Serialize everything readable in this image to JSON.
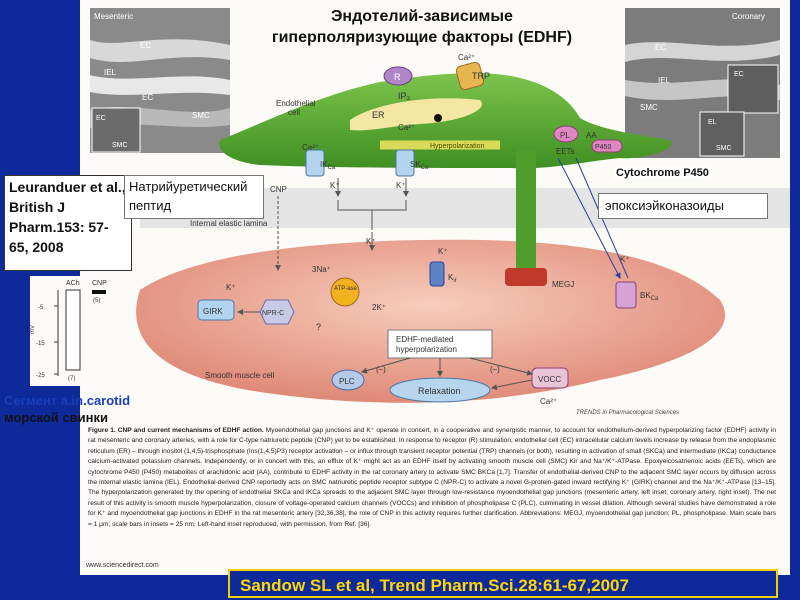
{
  "title": "Эндотелий-зависимые гиперполяризующие факторы (EDHF)",
  "overlays": {
    "leuranduer": "Leuranduer et al., British J Pharm.153: 57-65, 2008",
    "natriuretic": "Натрийуретический пептид",
    "epoxy": "эпоксиэйконазоиды",
    "cytochrome": "Cytochrome P450",
    "carotid_l1": "Сегмент a.in.carotid",
    "carotid_l2": "морской свинки",
    "sandow": "Sandow SL et al, Trend Pharm.Sci.28:61-67,2007"
  },
  "micrographs": {
    "left": {
      "label": "Mesenteric",
      "tags": [
        "EC",
        "IEL",
        "EC",
        "SMC",
        "EC",
        "SMC"
      ]
    },
    "right": {
      "label": "Coronary",
      "tags": [
        "EC",
        "IEL",
        "SMC",
        "EC",
        "EL",
        "SMC"
      ]
    }
  },
  "diagram": {
    "endothelial_cell": "Endothelial cell",
    "smooth_muscle_cell": "Smooth muscle cell",
    "internal_elastic_lamina": "Internal elastic lamina",
    "R": "R",
    "TRP": "TRP",
    "Ca2": "Ca²⁺",
    "IP3": "IP₃",
    "ER": "ER",
    "Ca2plus": "Ca²⁺",
    "hyperpol_label": "Hyperpolarization",
    "IKCa": "IK",
    "IKCa_sub": "Ca",
    "SKCa": "SK",
    "SKCa_sub": "Ca",
    "Kplus": "K⁺",
    "CNP": "CNP",
    "PL": "PL",
    "AA": "AA",
    "EETs": "EETs",
    "P450": "P450",
    "Na3": "3Na⁺",
    "ATPase": "ATP-ase",
    "K2": "2K⁺",
    "Kir": "K",
    "Kir_sub": "ir",
    "MEGJ": "MEGJ",
    "BKCa": "BK",
    "BKCa_sub": "Ca",
    "GIRK": "GIRK",
    "NPRC": "NPR-C",
    "EDHF_box": "EDHF-mediated hyperpolarization",
    "PLC": "PLC",
    "Relaxation": "Relaxation",
    "VOCC": "VOCC",
    "minus": "(–)",
    "question": "?",
    "trends": "TRENDS in Pharmacological Sciences"
  },
  "chart_inset": {
    "col1": "ACh",
    "col2": "CNP",
    "ylabel": "mV",
    "ticks": [
      "-5",
      "-15",
      "-25"
    ],
    "n1": "(7)",
    "n2": "(5)"
  },
  "caption": {
    "bold_lead": "Figure 1. CNP and current mechanisms of EDHF action.",
    "text": "Myoendothelial gap junctions and K⁺ operate in concert, in a cooperative and synergistic manner, to account for endothelium-derived hyperpolarizing factor (EDHF) activity in rat mesenteric and coronary arteries, with a role for C-type natriuretic peptide (CNP) yet to be established. In response to receptor (R) stimulation, endothelial cell (EC) intracellular calcium levels increase by release from the endoplasmic reticulum (ER) – through inositol (1,4,5)-trisphosphate (Ins(1,4,5)P3) receptor activation – or influx through transient receptor potential (TRP) channels (or both), resulting in activation of small (SKCa) and intermediate (IKCa) conductance calcium-activated potassium channels. Independently, or in concert with this, an efflux of K⁺ might act as an EDHF itself by activating smooth muscle cell (SMC) Kir and Na⁺/K⁺-ATPase. Epoxyeicosatrienoic acids (EETs), which are cytochrome P450 (P450) metabolites of arachidonic acid (AA), contribute to EDHF activity in the rat coronary artery to activate SMC BKCa [1,7]. Transfer of endothelial-derived CNP to the adjacent SMC layer occurs by diffusion across the internal elastic lamina (IEL). Endothelial-derived CNP reportedly acts on SMC natriuretic peptide receptor subtype C (NPR-C) to activate a novel G-protein-gated inward rectifying K⁺ (GIRK) channel and the Na⁺/K⁺-ATPase [13–15]. The hyperpolarization generated by the opening of endothelial SKCa and IKCa spreads to the adjacent SMC layer through low-resistance myoendothelial gap junctions (mesenteric artery, left inset; coronary artery, right inset). The net result of this activity is smooth muscle hyperpolarization, closure of voltage-operated calcium channels (VOCCs) and inhibition of phospholipase C (PLC), culminating in vessel dilation. Although several studies have demonstrated a role for K⁺ and myoendothelial gap junctions in EDHF in the rat mesenteric artery [32,36,38], the role of CNP in this activity requires further clarification. Abbreviations: MEGJ, myoendothelial gap junction; PL, phospholipase. Main scale bars = 1 μm; scale bars in insets = 25 nm. Left-hand inset reproduced, with permission, from Ref. [36].",
    "url": "www.sciencedirect.com"
  },
  "colors": {
    "background": "#0e2a9a",
    "endothelial": "#5aa834",
    "smooth_muscle": "#e9a08e",
    "sandow_text": "#ffd700"
  }
}
